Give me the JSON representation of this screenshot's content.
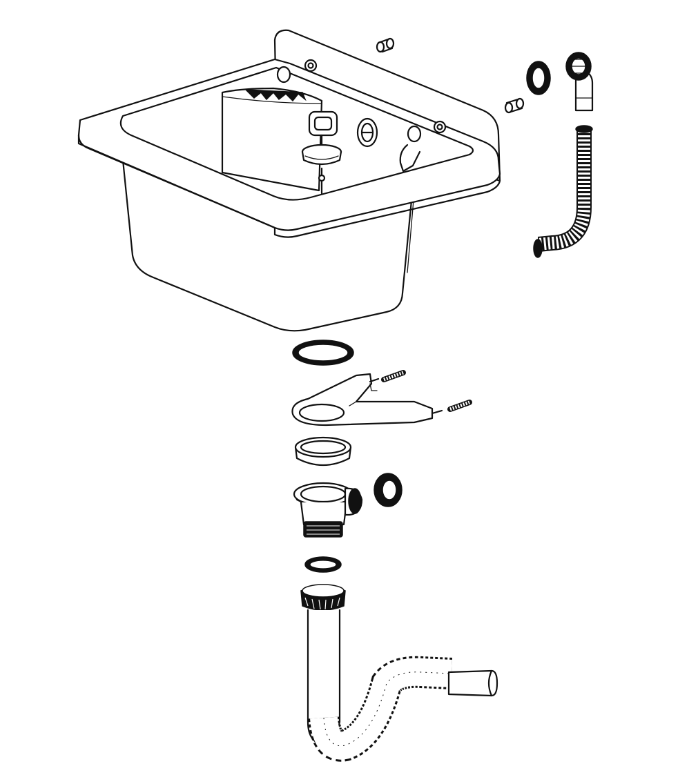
{
  "diagram": {
    "type": "exploded-assembly",
    "colors": {
      "line": "#111111",
      "background": "#ffffff"
    },
    "parts": [
      {
        "id": "basin",
        "icon": "utility-sink-icon"
      },
      {
        "id": "overflow-pipe",
        "icon": "overflow-tube-icon"
      },
      {
        "id": "plug-with-chain",
        "icon": "sink-plug-icon"
      },
      {
        "id": "overflow-cap",
        "icon": "overflow-cover-icon"
      },
      {
        "id": "wall-bolts",
        "icon": "bolt-icon"
      },
      {
        "id": "overflow-seal",
        "icon": "seal-ring-icon"
      },
      {
        "id": "overflow-elbow",
        "icon": "elbow-fitting-icon"
      },
      {
        "id": "corrugated-overflow-hose",
        "icon": "corrugated-hose-icon"
      },
      {
        "id": "drain-gasket",
        "icon": "gasket-icon"
      },
      {
        "id": "mounting-bracket",
        "icon": "bracket-icon"
      },
      {
        "id": "bracket-screws",
        "icon": "screw-icon"
      },
      {
        "id": "lock-ring",
        "icon": "threaded-ring-icon"
      },
      {
        "id": "drain-body",
        "icon": "drain-strainer-icon"
      },
      {
        "id": "side-nut",
        "icon": "nut-icon"
      },
      {
        "id": "tail-seal",
        "icon": "o-ring-icon"
      },
      {
        "id": "flexible-trap",
        "icon": "flexible-siphon-icon"
      }
    ]
  }
}
